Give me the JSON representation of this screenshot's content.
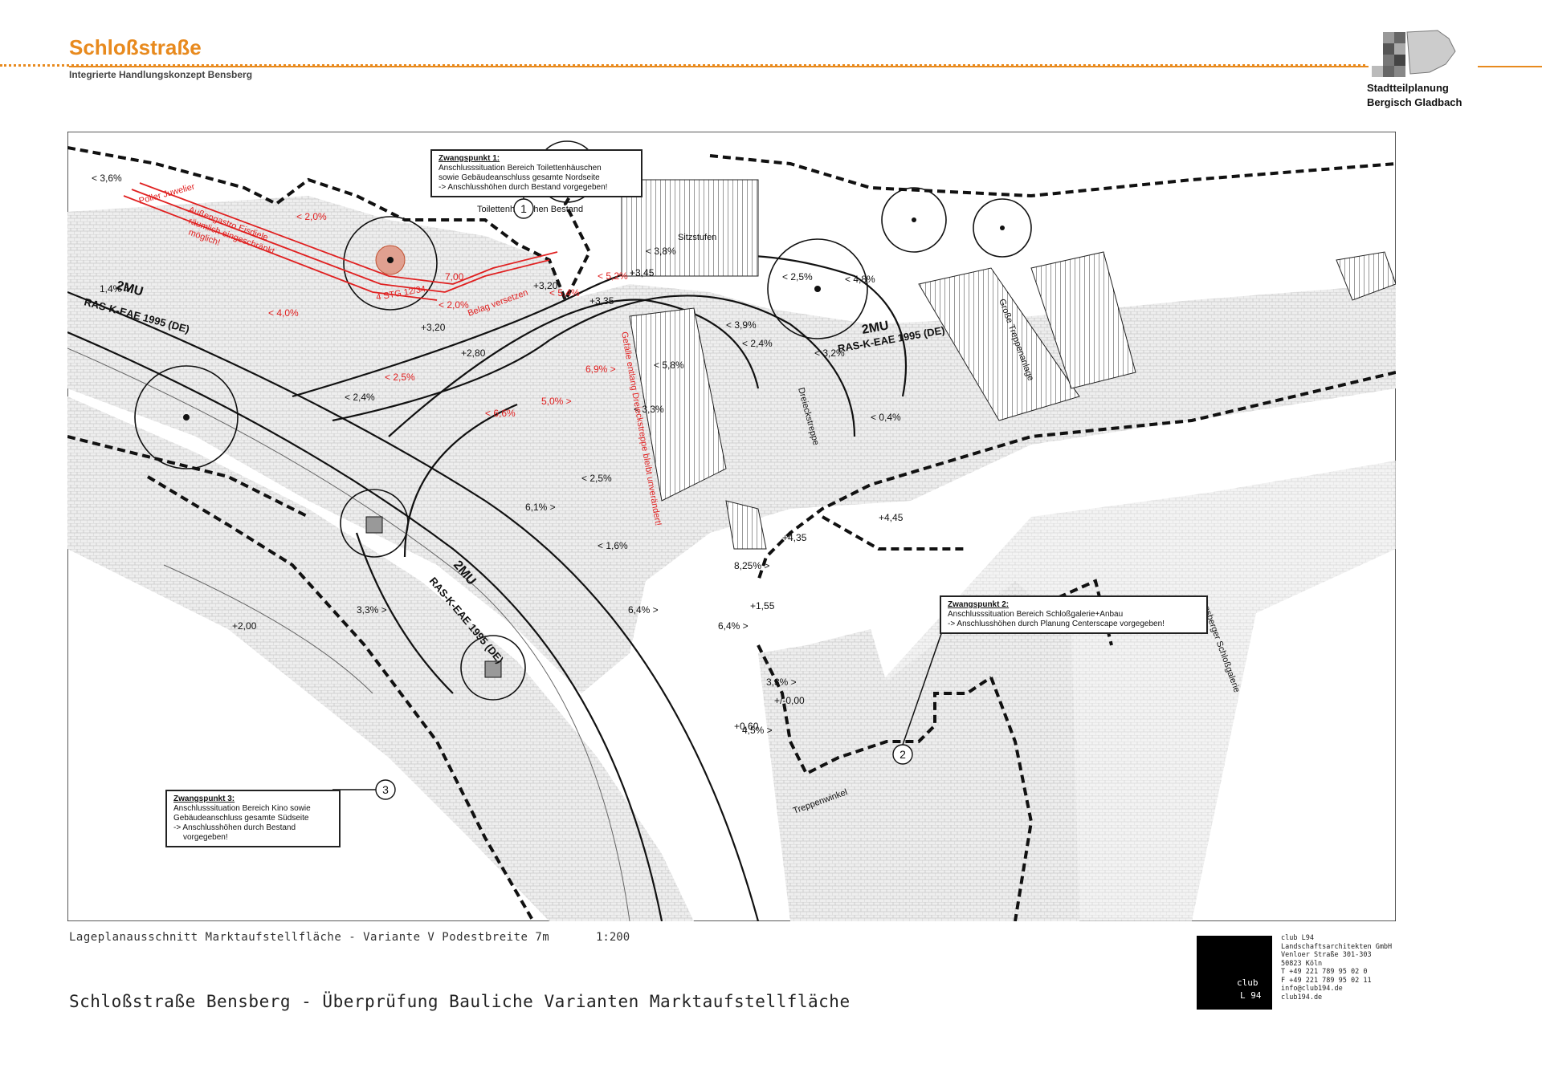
{
  "header": {
    "title": "Schloßstraße",
    "subtitle": "Integrierte Handlungskonzept Bensberg",
    "logo_line1": "Stadtteilplanung",
    "logo_line2": "Bergisch Gladbach"
  },
  "callouts": [
    {
      "title": "Zwangspunkt 1:",
      "lines": [
        "Anschlusssituation Bereich Toilettenhäuschen",
        "sowie Gebäudeanschluss gesamte Nordseite",
        "-> Anschlusshöhen durch Bestand vorgegeben!"
      ],
      "marker": "1"
    },
    {
      "title": "Zwangspunkt 2:",
      "lines": [
        "Anschlusssituation Bereich Schloßgalerie+Anbau",
        "-> Anschlusshöhen durch Planung Centerscape vorgegeben!"
      ],
      "marker": "2"
    },
    {
      "title": "Zwangspunkt 3:",
      "lines": [
        "Anschlusssituation Bereich Kino sowie",
        "Gebäudeanschluss gesamte Südseite",
        "-> Anschlusshöhen durch Bestand",
        "vorgegeben!"
      ],
      "marker": "3"
    }
  ],
  "labels": {
    "toilet": "Toilettenhäuschen Bestand",
    "sitzstufen": "Sitzstufen",
    "treppe": "Große Treppenanlage",
    "galerie": "Bensberger Schloßgalerie",
    "dreieck": "Dreieckstreppe",
    "treppenwinkel": "Treppenwinkel",
    "gefaelle": "Gefälle entlang Dreieckstreppe bleibt unverändert!",
    "poller": "Poller Juwelier",
    "aussen": "Außengastro Eisdiele",
    "aussen2": "räumlich eingeschränkt",
    "aussen3": "möglich!",
    "stg": "4 STG 12/34",
    "belag": "Belag versetzen",
    "ras1": "2MU",
    "ras2": "RAS-K-EAE 1995 (DE)"
  },
  "slopes_black": [
    "< 3,6%",
    "1,4% >",
    "< 2,4%",
    "< 3,3%",
    "< 3,8%",
    "< 2,5%",
    "< 4,8%",
    "< 3,9%",
    "< 2,4%",
    "< 3,2%",
    "< 0,4%",
    "< 5,8%",
    "6,1% >",
    "< 1,6%",
    "8,25% >",
    "6,4% >",
    "6,4% >",
    "3,3% >",
    "4,5% >",
    "3,3% >",
    "< 2,5%"
  ],
  "slopes_red": [
    "< 2,0%",
    "< 2,0%",
    "< 4,0%",
    "< 5,2%",
    "< 5,4%",
    "< 2,5%",
    "< 6,6%",
    "5,0% >",
    "6,9% >",
    "7,00"
  ],
  "heights": [
    "+3,45",
    "+3,35",
    "+3,20",
    "+3,20",
    "+2,80",
    "+4,45",
    "+4,35",
    "+1,55",
    "+2,00",
    "+/-0,00",
    "+0,60"
  ],
  "caption": "Lageplanausschnitt Marktaufstellfläche - Variante V Podestbreite 7m",
  "scale": "1:200",
  "main_title": "Schloßstraße Bensberg - Überprüfung Bauliche Varianten Marktaufstellfläche",
  "firm": {
    "logo1": "club",
    "logo2": "L 94",
    "lines": [
      "club L94",
      "Landschaftsarchitekten GmbH",
      "Venloer Straße 301-303",
      "50823 Köln",
      "T +49 221 789 95 02 0",
      "F +49 221 789 95 02 11",
      "info@club194.de",
      "club194.de"
    ]
  },
  "colors": {
    "accent": "#e88a1e",
    "red": "#e02020",
    "ink": "#111111"
  }
}
